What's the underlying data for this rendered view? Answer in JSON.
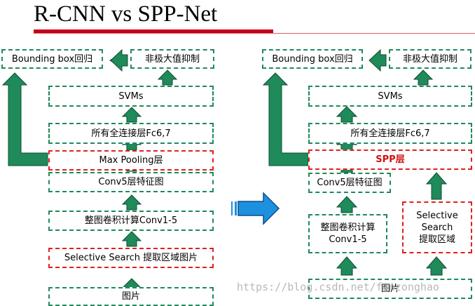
{
  "slide": {
    "title": "R-CNN vs SPP-Net",
    "watermark": "https://blog.csdn.net/fanzonghao"
  },
  "rcnn": {
    "bounding_box": "Bounding box回归",
    "nms": "非极大值抑制",
    "svms": "SVMs",
    "fc": "所有全连接层Fc6,7",
    "max_pooling": "Max Pooling层",
    "conv5": "Conv5层特征图",
    "conv1_5": "整图卷积计算Conv1-5",
    "selective_search": "Selective Search 提取区域图片",
    "image": "图片"
  },
  "spp": {
    "bounding_box": "Bounding box回归",
    "nms": "非极大值抑制",
    "svms": "SVMs",
    "fc": "所有全连接层Fc6,7",
    "spp_layer": "SPP层",
    "conv5": "Conv5层特征图",
    "conv1_5": "整图卷积计算\nConv1-5",
    "selective_search": "Selective\nSearch\n提取区域",
    "image": "图片"
  },
  "colors": {
    "green_border": "#1f8a5a",
    "arrow_green": "#1f8a5a",
    "red_border": "#e02020",
    "spp_text": "#d01010",
    "transition_arrow": "#1e90e0",
    "title_bar": "#c4001c"
  }
}
